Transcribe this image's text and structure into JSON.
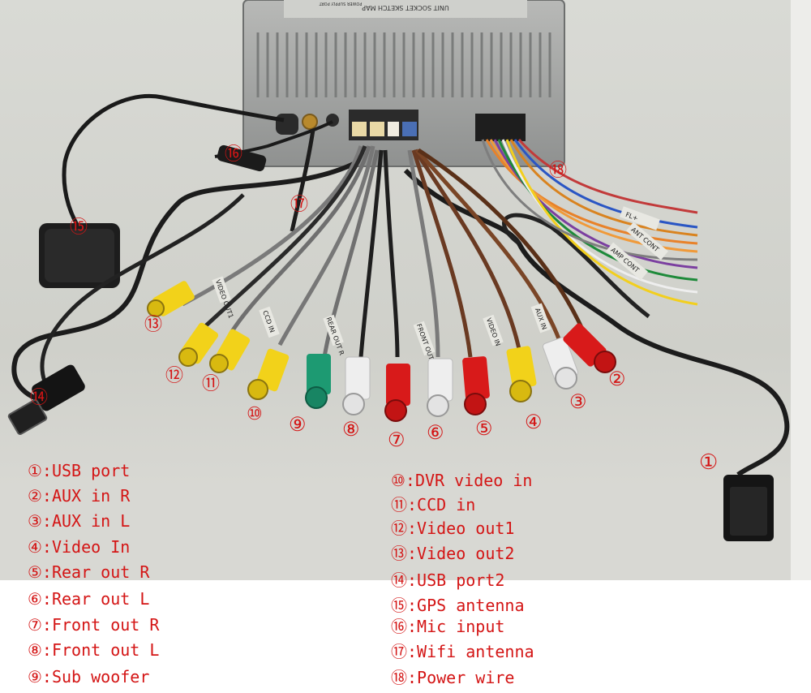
{
  "unit": {
    "label_line1": "UNIT SOCKET SKETCH MAP",
    "label_line2": "POWER SUPPLY PORT"
  },
  "wire_tags": {
    "video_out1": "VIDEO OUT1",
    "ccd_in": "CCD IN",
    "rear_out_r": "REAR OUT R",
    "front_out_l": "FRONT OUT L",
    "video_in": "VIDEO IN",
    "aux_in": "AUX IN",
    "fl_plus": "FL+",
    "ant_cont": "ANT CONT",
    "amp_cont": "AMP CONT"
  },
  "callouts": [
    {
      "id": "1",
      "text": "①"
    },
    {
      "id": "2",
      "text": "②"
    },
    {
      "id": "3",
      "text": "③"
    },
    {
      "id": "4",
      "text": "④"
    },
    {
      "id": "5",
      "text": "⑤"
    },
    {
      "id": "6",
      "text": "⑥"
    },
    {
      "id": "7",
      "text": "⑦"
    },
    {
      "id": "8",
      "text": "⑧"
    },
    {
      "id": "9",
      "text": "⑨"
    },
    {
      "id": "10",
      "text": "⑩"
    },
    {
      "id": "11",
      "text": "⑪"
    },
    {
      "id": "12",
      "text": "⑫"
    },
    {
      "id": "13",
      "text": "⑬"
    },
    {
      "id": "14",
      "text": "⑭"
    },
    {
      "id": "15",
      "text": "⑮"
    },
    {
      "id": "16",
      "text": "⑯"
    },
    {
      "id": "17",
      "text": "⑰"
    },
    {
      "id": "18",
      "text": "⑱"
    }
  ],
  "legend": {
    "left": [
      "①:USB port",
      "②:AUX in R",
      "③:AUX in L",
      "④:Video In",
      "⑤:Rear out R",
      "⑥:Rear out L",
      "⑦:Front out R",
      "⑧:Front out L",
      "⑨:Sub woofer"
    ],
    "right": [
      "⑩:DVR video in",
      "⑪:CCD in",
      "⑫:Video out1",
      "⑬:Video out2",
      "⑭:USB port2",
      "⑮:GPS antenna",
      "⑯:Mic input",
      "⑰:Wifi antenna",
      "⑱:Power wire"
    ]
  },
  "colors": {
    "callout_red": "#d41515",
    "rca_yellow": "#f2d21a",
    "rca_white": "#eeeeee",
    "rca_red": "#d81a1a",
    "rca_green": "#1d9a72",
    "background": "#cfd0ca"
  }
}
